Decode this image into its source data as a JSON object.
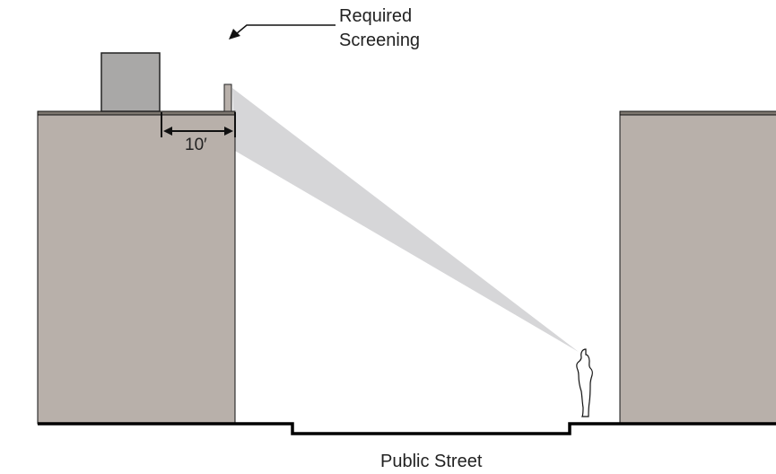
{
  "annotation": {
    "line1": "Required",
    "line2": "Screening"
  },
  "dimension": {
    "label": "10′"
  },
  "street": {
    "label": "Public Street"
  },
  "colors": {
    "building": "#b8b0aa",
    "rooftop_unit": "#a9a8a7",
    "sightline": "#d6d6d8",
    "line": "#111111"
  }
}
